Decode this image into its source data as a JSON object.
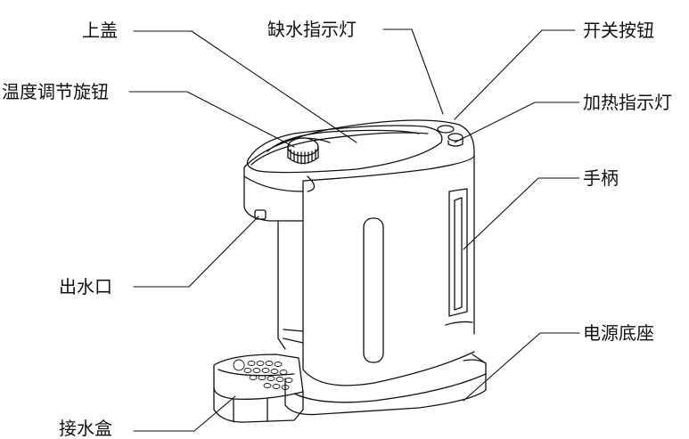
{
  "labels": {
    "lid": "上盖",
    "water_indicator": "缺水指示灯",
    "switch": "开关按钮",
    "temp_knob": "温度调节旋钮",
    "heat_indicator": "加热指示灯",
    "handle": "手柄",
    "outlet": "出水口",
    "base": "电源底座",
    "drip_tray": "接水盒"
  },
  "colors": {
    "line": "#111111",
    "background": "#ffffff"
  }
}
